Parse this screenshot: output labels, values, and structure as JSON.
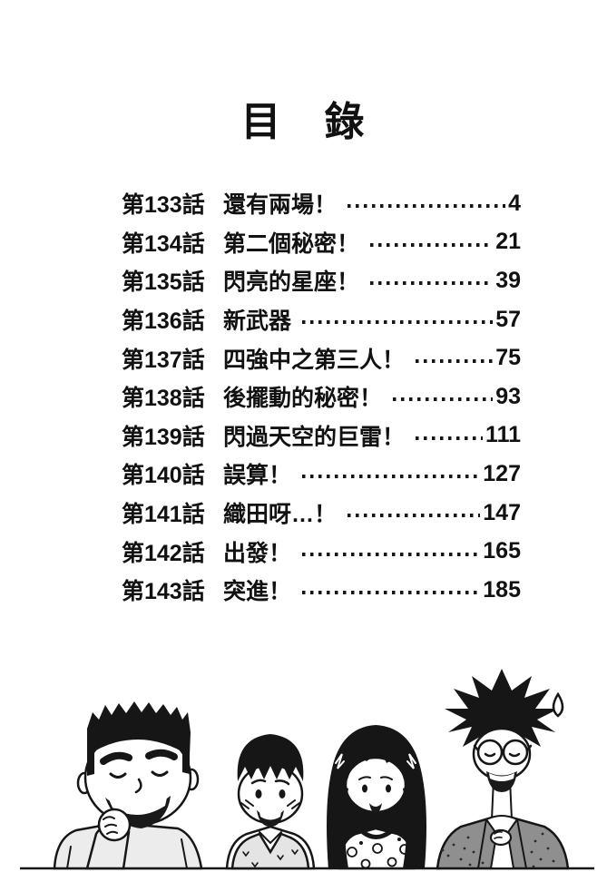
{
  "page": {
    "title": "目　錄"
  },
  "toc": {
    "entries": [
      {
        "chapter": "第133話",
        "title": "還有兩場！",
        "page": "4"
      },
      {
        "chapter": "第134話",
        "title": "第二個秘密！",
        "page": "21"
      },
      {
        "chapter": "第135話",
        "title": "閃亮的星座！",
        "page": "39"
      },
      {
        "chapter": "第136話",
        "title": "新武器",
        "page": "57"
      },
      {
        "chapter": "第137話",
        "title": "四強中之第三人！",
        "page": "75"
      },
      {
        "chapter": "第138話",
        "title": "後擺動的秘密！",
        "page": "93"
      },
      {
        "chapter": "第139話",
        "title": "閃過天空的巨雷！",
        "page": "111"
      },
      {
        "chapter": "第140話",
        "title": "誤算！",
        "page": "127"
      },
      {
        "chapter": "第141話",
        "title": "織田呀…！",
        "page": "147"
      },
      {
        "chapter": "第142話",
        "title": "出發！",
        "page": "165"
      },
      {
        "chapter": "第143話",
        "title": "突進！",
        "page": "185"
      }
    ]
  },
  "illustration": {
    "description": "four manga characters standing on a line",
    "characters": [
      "flat-top-man",
      "vest-boy",
      "long-hair-girl",
      "spiky-hair-glasses-person"
    ],
    "ink_color": "#161616"
  }
}
